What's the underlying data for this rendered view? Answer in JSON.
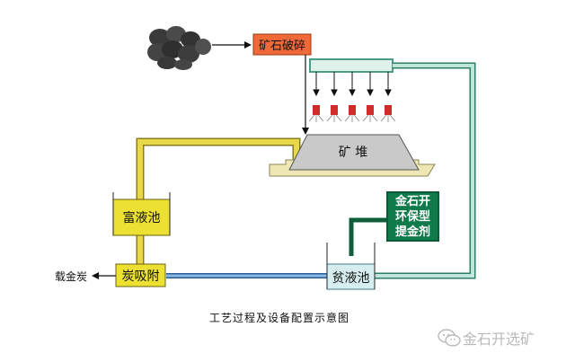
{
  "nodes": {
    "crusher": "矿石破碎",
    "heap": "矿  堆",
    "pregnant_pool": "富液池",
    "adsorption": "炭吸附",
    "barren_pool": "贫液池",
    "reagent": [
      "金石开",
      "环保型",
      "提金剂"
    ]
  },
  "output_label": "载金炭",
  "caption": "工艺过程及设备配置示意图",
  "watermark": "金石开选矿",
  "colors": {
    "ore": "#3e3e3e",
    "crusher": "#ef6a38",
    "pool_yellow": "#ece032",
    "pipe_yellow": "#e7d94a",
    "pipe_blue": "#4f86c6",
    "pipe_teal": "#6fb6a6",
    "reagent_green": "#0f7a4a",
    "heap_gray": "#c9c9c9",
    "base": "#eee7b3",
    "sprinkler_red": "#d12c2c"
  }
}
